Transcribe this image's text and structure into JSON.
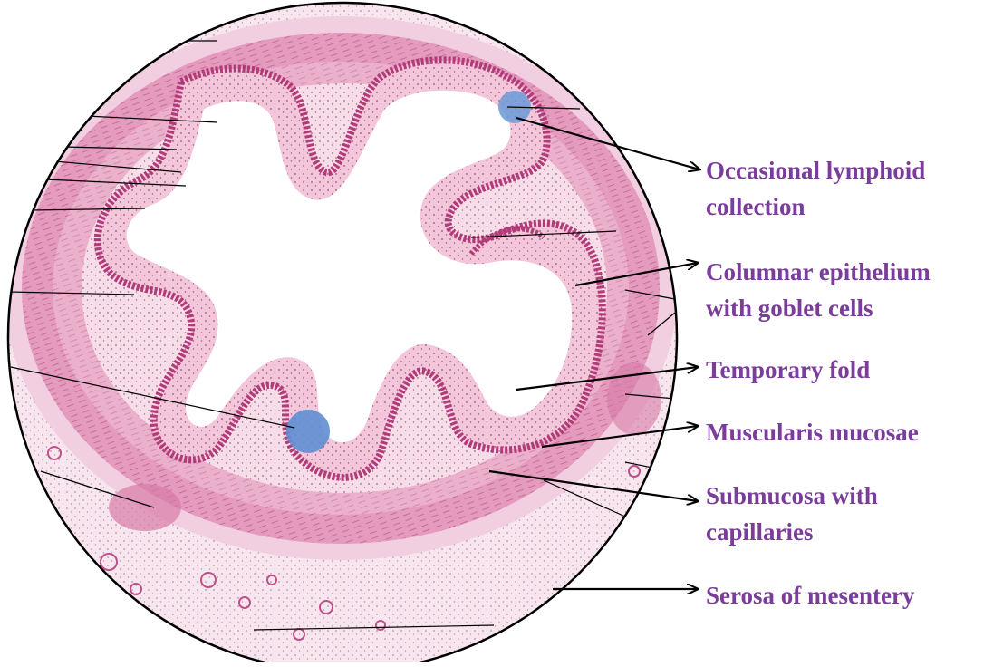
{
  "colors": {
    "label": "#7a3d9a",
    "arrow": "#000000",
    "tissue_pink": "#eab6cf",
    "muscle_pink": "#e494b7",
    "lymphoid_blue": "#6a9ad6",
    "circle_outline": "#000000"
  },
  "labels": [
    {
      "key": "lymphoid",
      "lines": [
        "Occasional lymphoid",
        "collection"
      ]
    },
    {
      "key": "epithelium",
      "lines": [
        "Columnar epithelium",
        "with goblet cells"
      ]
    },
    {
      "key": "fold",
      "lines": [
        "Temporary fold"
      ]
    },
    {
      "key": "muscularis",
      "lines": [
        "Muscularis mucosae"
      ]
    },
    {
      "key": "submucosa",
      "lines": [
        "Submucosa with",
        "capillaries"
      ]
    },
    {
      "key": "serosa",
      "lines": [
        "Serosa of mesentery"
      ]
    }
  ]
}
